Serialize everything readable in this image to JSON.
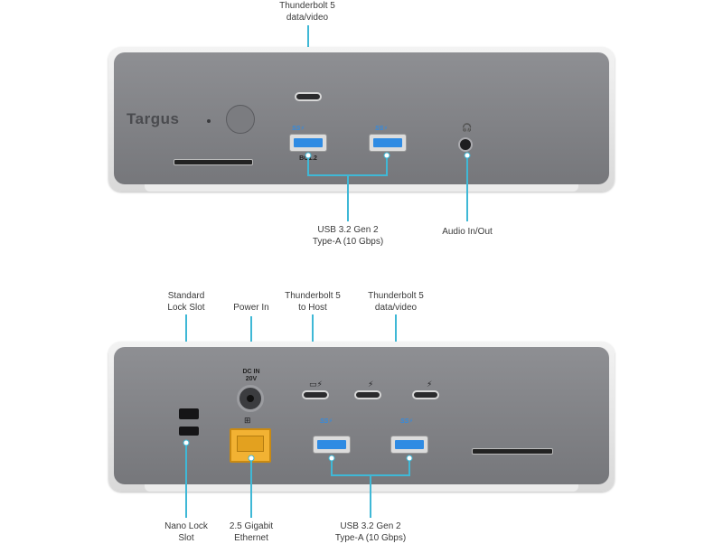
{
  "brand": "Targus",
  "front": {
    "label_tb5": [
      "Thunderbolt 5",
      "data/video"
    ],
    "label_usb": [
      "USB 3.2 Gen 2",
      "Type-A (10 Gbps)"
    ],
    "label_audio": "Audio In/Out",
    "usb_marker": "BC1.2",
    "ss_mark": "SS⚡"
  },
  "back": {
    "label_lock": [
      "Standard",
      "Lock Slot"
    ],
    "label_power": "Power In",
    "label_tb5_host": [
      "Thunderbolt 5",
      "to Host"
    ],
    "label_tb5_data": [
      "Thunderbolt 5",
      "data/video"
    ],
    "label_nano": [
      "Nano Lock",
      "Slot"
    ],
    "label_ethernet": [
      "2.5 Gigabit",
      "Ethernet"
    ],
    "label_usb": [
      "USB 3.2 Gen 2",
      "Type-A (10 Gbps)"
    ],
    "dc_in": [
      "DC IN",
      "20V"
    ],
    "ss_mark": "SS⚡"
  },
  "colors": {
    "callout": "#3fb8d6",
    "panel": "#808185",
    "usb_blue": "#2f8be3",
    "ethernet": "#f2b233"
  }
}
